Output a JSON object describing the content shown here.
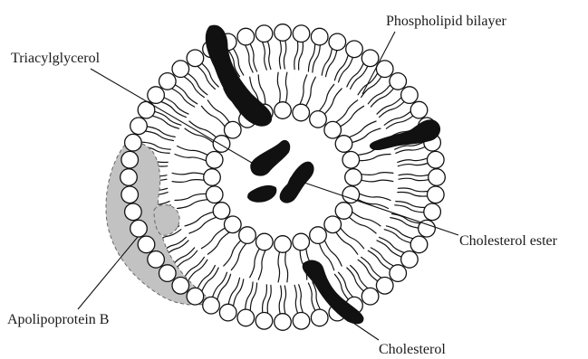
{
  "labels": {
    "phospholipid": "Phospholipid bilayer",
    "triacylglycerol": "Triacylglycerol",
    "cholesterol_ester": "Cholesterol ester",
    "apolipoprotein": "Apolipoprotein B",
    "cholesterol": "Cholesterol"
  },
  "colors": {
    "apolipoprotein_fill": "#c2c2c2",
    "lipid_fill": "#111111",
    "head_fill": "#ffffff"
  }
}
